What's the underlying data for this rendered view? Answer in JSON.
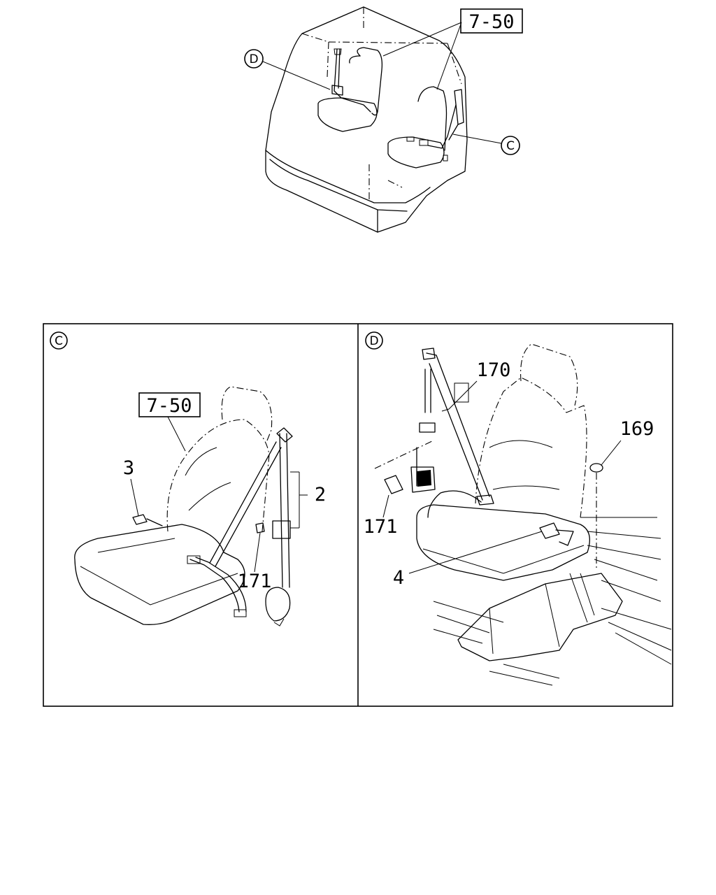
{
  "overview": {
    "ref_label": "7-50",
    "callout_d": "D",
    "callout_c": "C"
  },
  "detail_c": {
    "view_label": "C",
    "ref_label": "7-50",
    "part_3": "3",
    "part_2": "2",
    "part_171": "171"
  },
  "detail_d": {
    "view_label": "D",
    "part_170": "170",
    "part_169": "169",
    "part_171": "171",
    "part_4": "4"
  }
}
